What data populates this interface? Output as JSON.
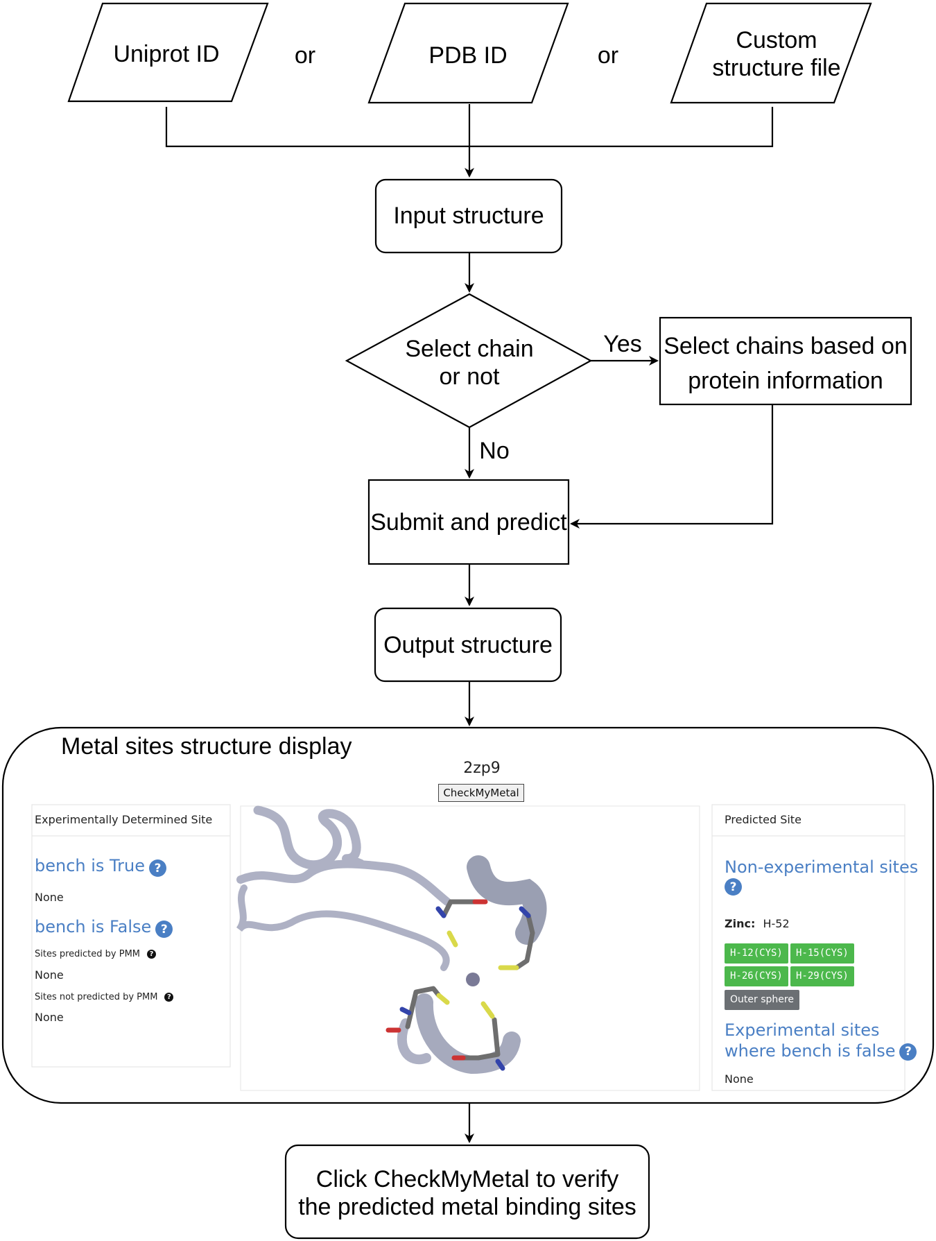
{
  "inputs": {
    "uniprot": "Uniprot ID",
    "or1": "or",
    "pdb": "PDB ID",
    "or2": "or",
    "custom_line1": "Custom",
    "custom_line2": "structure file"
  },
  "steps": {
    "input_structure": "Input structure",
    "decision_line1": "Select chain",
    "decision_line2": "or not",
    "yes": "Yes",
    "no": "No",
    "select_chains_line1": "Select chains based on",
    "select_chains_line2": "protein information",
    "submit": "Submit and predict",
    "output": "Output structure"
  },
  "display": {
    "title": "Metal sites structure display",
    "pdb_code": "2zp9",
    "checkmymetal_button": "CheckMyMetal",
    "left_panel": {
      "header": "Experimentally Determined Site",
      "bench_true": "bench is True",
      "none1": "None",
      "bench_false": "bench is False",
      "sites_predicted": "Sites predicted by PMM",
      "none2": "None",
      "sites_not_predicted": "Sites not predicted by PMM",
      "none3": "None"
    },
    "right_panel": {
      "header": "Predicted Site",
      "non_experimental": "Non-experimental sites",
      "zinc_label": "Zinc:",
      "zinc_value": "H-52",
      "chips": [
        "H-12(CYS)",
        "H-15(CYS)",
        "H-26(CYS)",
        "H-29(CYS)"
      ],
      "outer_sphere": "Outer sphere",
      "experimental_line1": "Experimental sites",
      "experimental_line2": "where bench is false",
      "none": "None"
    }
  },
  "final": {
    "line1": "Click CheckMyMetal  to verify",
    "line2": "the predicted metal binding sites"
  },
  "colors": {
    "link_blue": "#4a7fc4",
    "chip_green": "#4cb84c",
    "chip_gray": "#6b6f73",
    "ribbon": "#aeb1c4"
  },
  "icons": {
    "help": "?"
  }
}
